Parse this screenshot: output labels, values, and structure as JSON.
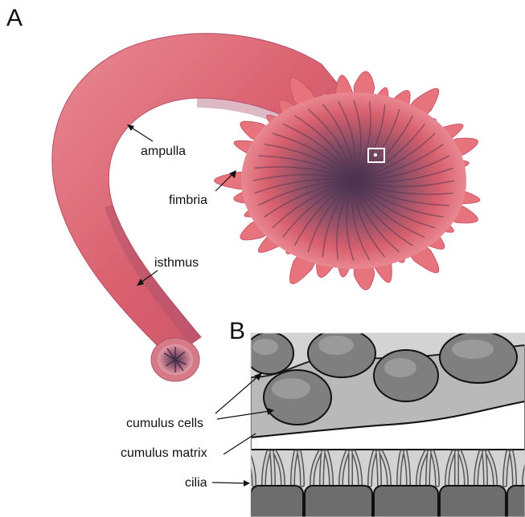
{
  "panels": {
    "a": {
      "letter": "A",
      "labels": {
        "ampulla": "ampulla",
        "fimbria": "fimbria",
        "isthmus": "isthmus"
      }
    },
    "b": {
      "letter": "B",
      "labels": {
        "cumulus_cells": "cumulus cells",
        "cumulus_matrix": "cumulus matrix",
        "cilia": "cilia"
      }
    }
  },
  "colors": {
    "tube": "#e0707a",
    "tube_shadow": "#a94a63",
    "fimbria_center": "#5a3a5c",
    "cell_fill": "#7f7f7f",
    "nucleus_fill": "#9a9a9a",
    "matrix_fill": "#b9b9b9",
    "background_b": "#d3d3d3"
  }
}
